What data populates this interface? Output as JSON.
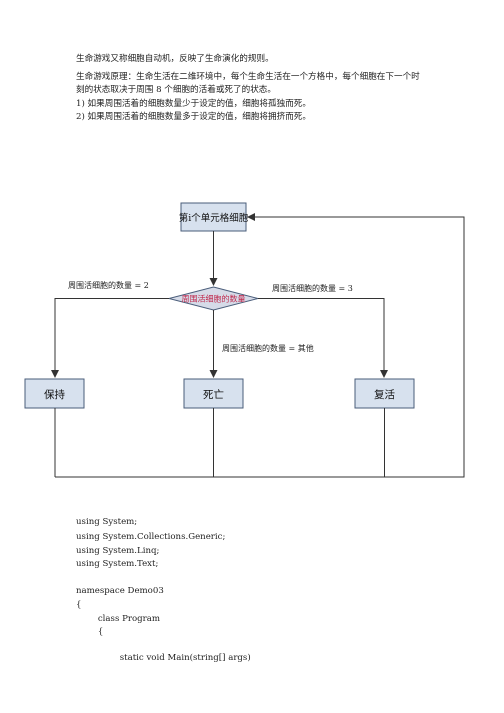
{
  "intro": {
    "line1": "生命游戏又称细胞自动机，反映了生命演化的规则。",
    "line2": "生命游戏原理：生命生活在二维环境中，每个生命生活在一个方格中，每个细胞在下一个时",
    "line3": "刻的状态取决于周围 8 个细胞的活着或死了的状态。",
    "rule1": "1)  如果周围活着的细胞数量少于设定的值，细胞将孤独而死。",
    "rule2": "2)  如果周围活着的细胞数量多于设定的值，细胞将拥挤而死。"
  },
  "flowchart": {
    "start": "第i个单元格细胞",
    "decision": "周围活细胞的数量",
    "label_left": "周围活细胞的数量 = 2",
    "label_right": "周围活细胞的数量 = 3",
    "label_down": "周围活细胞的数量 = 其他",
    "keep": "保持",
    "die": "死亡",
    "revive": "复活"
  },
  "code": {
    "lines": [
      "using System;",
      "using System.Collections.Generic;",
      "using System.Linq;",
      "using System.Text;",
      "",
      "namespace Demo03",
      "{",
      "        class Program",
      "        {",
      "",
      "                static void Main(string[] args)"
    ]
  },
  "colors": {
    "box_fill": "#d7e1ee",
    "box_stroke": "#4a5d7a",
    "decision_fill": "#d6dbe8",
    "decision_text": "#c0284c",
    "line": "#333333"
  }
}
